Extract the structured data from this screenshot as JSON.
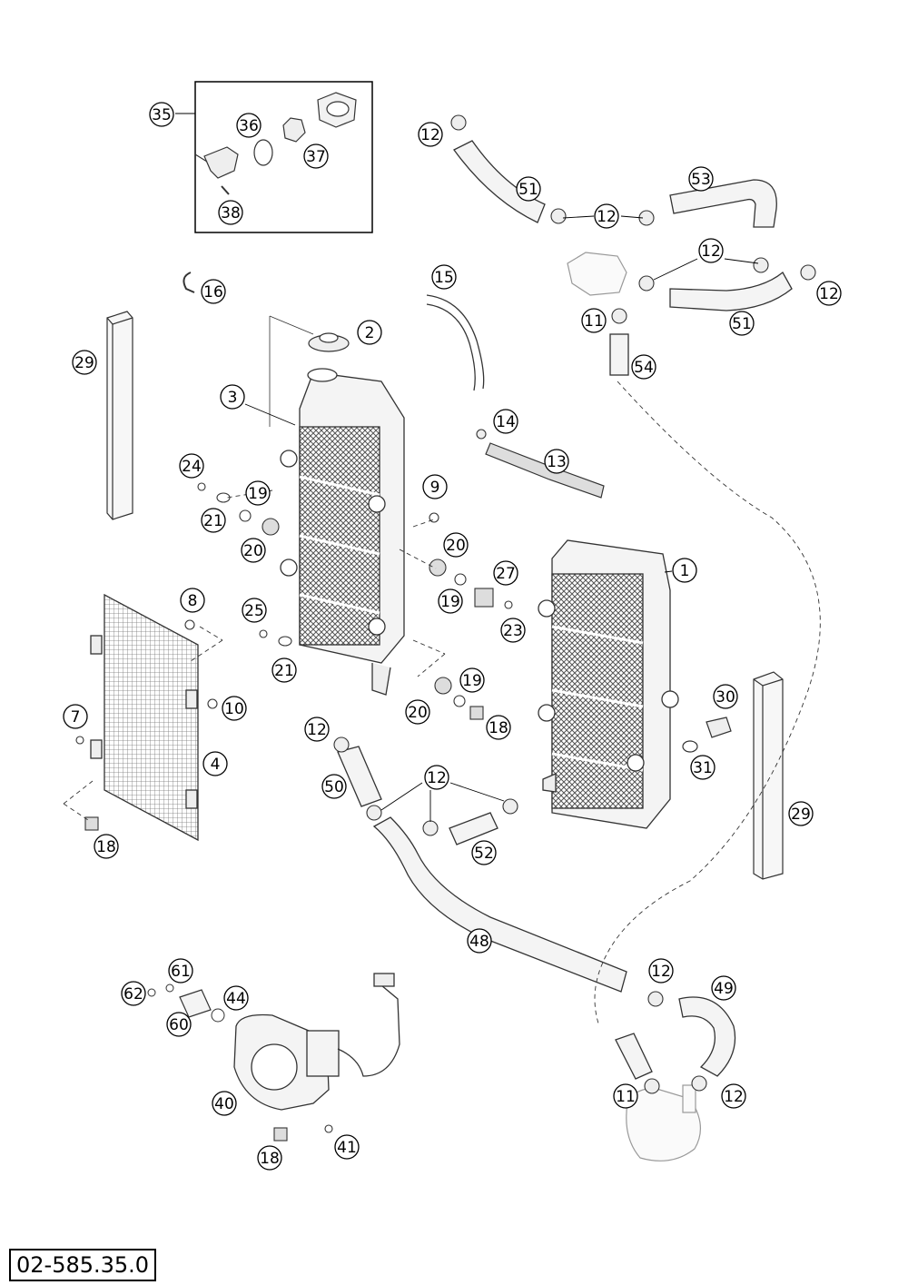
{
  "diagram": {
    "reference_number": "02-585.35.0",
    "callouts": [
      {
        "id": "c35",
        "label": "35"
      },
      {
        "id": "c36",
        "label": "36"
      },
      {
        "id": "c37",
        "label": "37"
      },
      {
        "id": "c38",
        "label": "38"
      },
      {
        "id": "c16",
        "label": "16"
      },
      {
        "id": "c29a",
        "label": "29"
      },
      {
        "id": "c2",
        "label": "2"
      },
      {
        "id": "c3",
        "label": "3"
      },
      {
        "id": "c15",
        "label": "15"
      },
      {
        "id": "c14",
        "label": "14"
      },
      {
        "id": "c13",
        "label": "13"
      },
      {
        "id": "c24",
        "label": "24"
      },
      {
        "id": "c19a",
        "label": "19"
      },
      {
        "id": "c21a",
        "label": "21"
      },
      {
        "id": "c20a",
        "label": "20"
      },
      {
        "id": "c9",
        "label": "9"
      },
      {
        "id": "c20b",
        "label": "20"
      },
      {
        "id": "c27",
        "label": "27"
      },
      {
        "id": "c19b",
        "label": "19"
      },
      {
        "id": "c23",
        "label": "23"
      },
      {
        "id": "c1",
        "label": "1"
      },
      {
        "id": "c8",
        "label": "8"
      },
      {
        "id": "c25",
        "label": "25"
      },
      {
        "id": "c21b",
        "label": "21"
      },
      {
        "id": "c10",
        "label": "10"
      },
      {
        "id": "c7",
        "label": "7"
      },
      {
        "id": "c4",
        "label": "4"
      },
      {
        "id": "c18a",
        "label": "18"
      },
      {
        "id": "c19c",
        "label": "19"
      },
      {
        "id": "c20c",
        "label": "20"
      },
      {
        "id": "c18b",
        "label": "18"
      },
      {
        "id": "c12a",
        "label": "12"
      },
      {
        "id": "c50",
        "label": "50"
      },
      {
        "id": "c12b",
        "label": "12"
      },
      {
        "id": "c52",
        "label": "52"
      },
      {
        "id": "c30",
        "label": "30"
      },
      {
        "id": "c31",
        "label": "31"
      },
      {
        "id": "c29b",
        "label": "29"
      },
      {
        "id": "c48",
        "label": "48"
      },
      {
        "id": "c12c",
        "label": "12"
      },
      {
        "id": "c49",
        "label": "49"
      },
      {
        "id": "c11b",
        "label": "11"
      },
      {
        "id": "c12d",
        "label": "12"
      },
      {
        "id": "c61",
        "label": "61"
      },
      {
        "id": "c62",
        "label": "62"
      },
      {
        "id": "c44",
        "label": "44"
      },
      {
        "id": "c60",
        "label": "60"
      },
      {
        "id": "c40",
        "label": "40"
      },
      {
        "id": "c41",
        "label": "41"
      },
      {
        "id": "c18c",
        "label": "18"
      },
      {
        "id": "c12e",
        "label": "12"
      },
      {
        "id": "c51a",
        "label": "51"
      },
      {
        "id": "c53",
        "label": "53"
      },
      {
        "id": "c12f",
        "label": "12"
      },
      {
        "id": "c12g",
        "label": "12"
      },
      {
        "id": "c12h",
        "label": "12"
      },
      {
        "id": "c11a",
        "label": "11"
      },
      {
        "id": "c51b",
        "label": "51"
      },
      {
        "id": "c54",
        "label": "54"
      }
    ]
  }
}
